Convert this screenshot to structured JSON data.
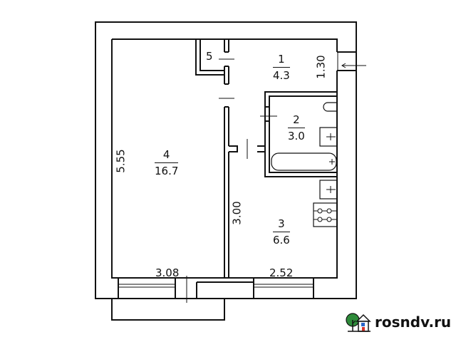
{
  "floor_plan": {
    "rooms": [
      {
        "number": "1",
        "area": "4.3"
      },
      {
        "number": "2",
        "area": "3.0"
      },
      {
        "number": "3",
        "area": "6.6"
      },
      {
        "number": "4",
        "area": "16.7"
      },
      {
        "number": "5",
        "area": ""
      }
    ],
    "dimensions": {
      "left_height": "5.55",
      "entrance_width": "1.30",
      "kitchen_height": "3.00",
      "room4_width": "3.08",
      "kitchen_width": "2.52"
    }
  },
  "watermark": {
    "text": "rosndv.ru",
    "icon": "house-tree-icon",
    "tree_color": "#2e8b3a",
    "door_color": "#d9342b",
    "window_color": "#2a66c9"
  }
}
